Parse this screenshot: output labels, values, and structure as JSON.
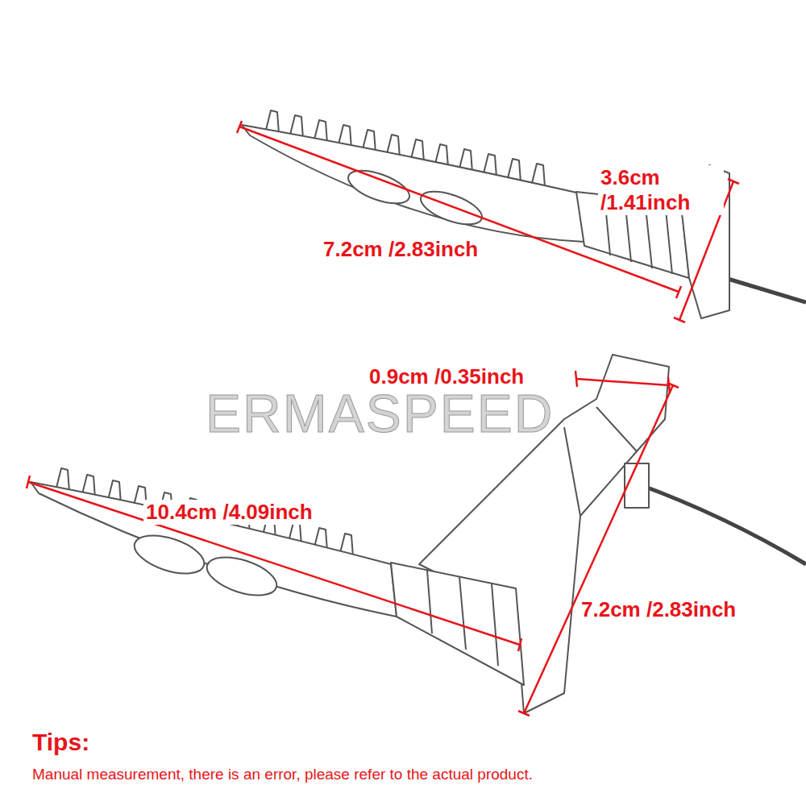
{
  "diagram": {
    "labels": [
      "3.6cm /1.41inch",
      "7.2cm /2.83inch",
      "0.9cm /0.35inch",
      "ERMASPEED",
      "10.4cm /4.09inch",
      "7.2cm /2.83inch",
      "Tips:",
      "Manual measurement, there is an error, please refer to the actual product."
    ]
  }
}
